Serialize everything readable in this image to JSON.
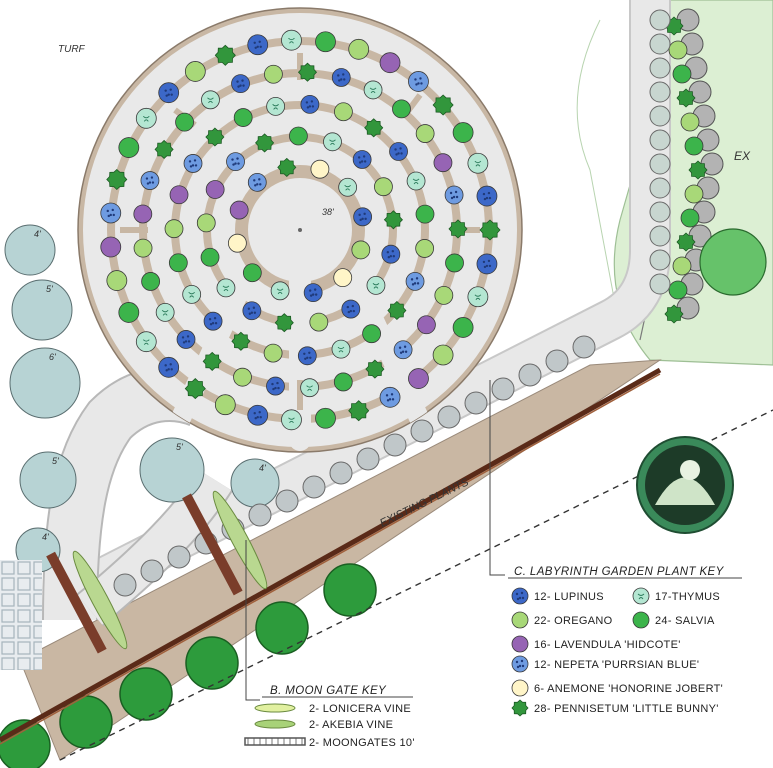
{
  "labels": {
    "turf": "TURF",
    "existing_plants": "EXISTING PLANTS",
    "ex": "EX",
    "labyrinth_diameter": "38'",
    "tree_sizes": [
      "4'",
      "5'",
      "6'",
      "5'",
      "4'",
      "5'",
      "4'"
    ]
  },
  "labyrinth_key": {
    "title": "C. LABYRINTH GARDEN PLANT KEY",
    "items": [
      {
        "label": "12- LUPINUS",
        "icon": "lupinus-icon",
        "color": "#3c68c8"
      },
      {
        "label": "17-THYMUS",
        "icon": "thymus-icon",
        "color": "#b4e6d2"
      },
      {
        "label": "22- OREGANO",
        "icon": "oregano-icon",
        "color": "#a8d878"
      },
      {
        "label": "24- SALVIA",
        "icon": "salvia-icon",
        "color": "#3cb44b"
      },
      {
        "label": "16- LAVENDULA 'HIDCOTE'",
        "icon": "lavendula-icon",
        "color": "#9664b4"
      },
      {
        "label": "12- NEPETA 'PURRSIAN BLUE'",
        "icon": "nepeta-icon",
        "color": "#6e9be1"
      },
      {
        "label": "6- ANEMONE 'HONORINE JOBERT'",
        "icon": "anemone-icon",
        "color": "#fff5c8"
      },
      {
        "label": "28- PENNISETUM 'LITTLE BUNNY'",
        "icon": "pennisetum-icon",
        "color": "#32963c"
      }
    ]
  },
  "moongate_key": {
    "title": "B. MOON GATE KEY",
    "items": [
      {
        "label": "2- LONICERA VINE",
        "icon": "lonicera-icon",
        "color": "#e1f0a0"
      },
      {
        "label": "2- AKEBIA VINE",
        "icon": "akebia-icon",
        "color": "#a8d278"
      },
      {
        "label": "2- MOONGATES 10'",
        "icon": "moongate-icon",
        "color": "#555555"
      }
    ]
  },
  "colors": {
    "path_tan": "#c8b4a0",
    "lawn_gray": "#e6e6e6",
    "shrub_green": "#2a9a3a",
    "tree_teal": "#b4d2d2",
    "fence_brown": "#783c28",
    "bed_green": "#dcf0d2"
  }
}
